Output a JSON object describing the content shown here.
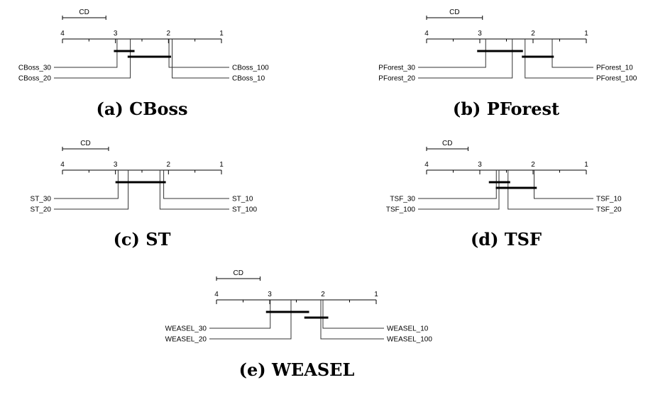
{
  "chart_data": [
    {
      "type": "critical-difference",
      "caption": "(a) CBoss",
      "axis": {
        "min": 1,
        "max": 4,
        "reversed": true,
        "ticks": [
          4,
          3,
          2,
          1
        ]
      },
      "cd_label": "CD",
      "cd": 0.82,
      "methods": [
        {
          "name": "CBoss_30",
          "rank": 2.97,
          "side": "left"
        },
        {
          "name": "CBoss_20",
          "rank": 2.72,
          "side": "left"
        },
        {
          "name": "CBoss_100",
          "rank": 1.99,
          "side": "right"
        },
        {
          "name": "CBoss_10",
          "rank": 1.93,
          "side": "right"
        }
      ],
      "cliques": [
        [
          3.03,
          2.64
        ],
        [
          2.77,
          1.95
        ]
      ]
    },
    {
      "type": "critical-difference",
      "caption": "(b) PForest",
      "axis": {
        "min": 1,
        "max": 4,
        "reversed": true,
        "ticks": [
          4,
          3,
          2,
          1
        ]
      },
      "cd_label": "CD",
      "cd": 1.05,
      "methods": [
        {
          "name": "PForest_30",
          "rank": 2.89,
          "side": "left"
        },
        {
          "name": "PForest_20",
          "rank": 2.39,
          "side": "left"
        },
        {
          "name": "PForest_10",
          "rank": 1.64,
          "side": "right"
        },
        {
          "name": "PForest_100",
          "rank": 2.15,
          "side": "right"
        }
      ],
      "cliques": [
        [
          3.05,
          2.19
        ],
        [
          2.21,
          1.61
        ]
      ]
    },
    {
      "type": "critical-difference",
      "caption": "(c) ST",
      "axis": {
        "min": 1,
        "max": 4,
        "reversed": true,
        "ticks": [
          4,
          3,
          2,
          1
        ]
      },
      "cd_label": "CD",
      "cd": 0.87,
      "methods": [
        {
          "name": "ST_30",
          "rank": 2.95,
          "side": "left"
        },
        {
          "name": "ST_20",
          "rank": 2.76,
          "side": "left"
        },
        {
          "name": "ST_10",
          "rank": 2.09,
          "side": "right"
        },
        {
          "name": "ST_100",
          "rank": 2.16,
          "side": "right"
        }
      ],
      "cliques": [
        [
          3.0,
          2.05
        ]
      ]
    },
    {
      "type": "critical-difference",
      "caption": "(d) TSF",
      "axis": {
        "min": 1,
        "max": 4,
        "reversed": true,
        "ticks": [
          4,
          3,
          2,
          1
        ]
      },
      "cd_label": "CD",
      "cd": 0.78,
      "methods": [
        {
          "name": "TSF_30",
          "rank": 2.69,
          "side": "left"
        },
        {
          "name": "TSF_100",
          "rank": 2.64,
          "side": "left"
        },
        {
          "name": "TSF_10",
          "rank": 1.98,
          "side": "right"
        },
        {
          "name": "TSF_20",
          "rank": 2.47,
          "side": "right"
        }
      ],
      "cliques": [
        [
          2.83,
          2.43
        ],
        [
          2.7,
          1.93
        ]
      ]
    },
    {
      "type": "critical-difference",
      "caption": "(e) WEASEL",
      "axis": {
        "min": 1,
        "max": 4,
        "reversed": true,
        "ticks": [
          4,
          3,
          2,
          1
        ]
      },
      "cd_label": "CD",
      "cd": 0.82,
      "methods": [
        {
          "name": "WEASEL_30",
          "rank": 2.99,
          "side": "left"
        },
        {
          "name": "WEASEL_20",
          "rank": 2.6,
          "side": "left"
        },
        {
          "name": "WEASEL_10",
          "rank": 2.0,
          "side": "right"
        },
        {
          "name": "WEASEL_100",
          "rank": 2.04,
          "side": "right"
        }
      ],
      "cliques": [
        [
          3.07,
          2.26
        ],
        [
          2.35,
          1.9
        ]
      ]
    }
  ]
}
